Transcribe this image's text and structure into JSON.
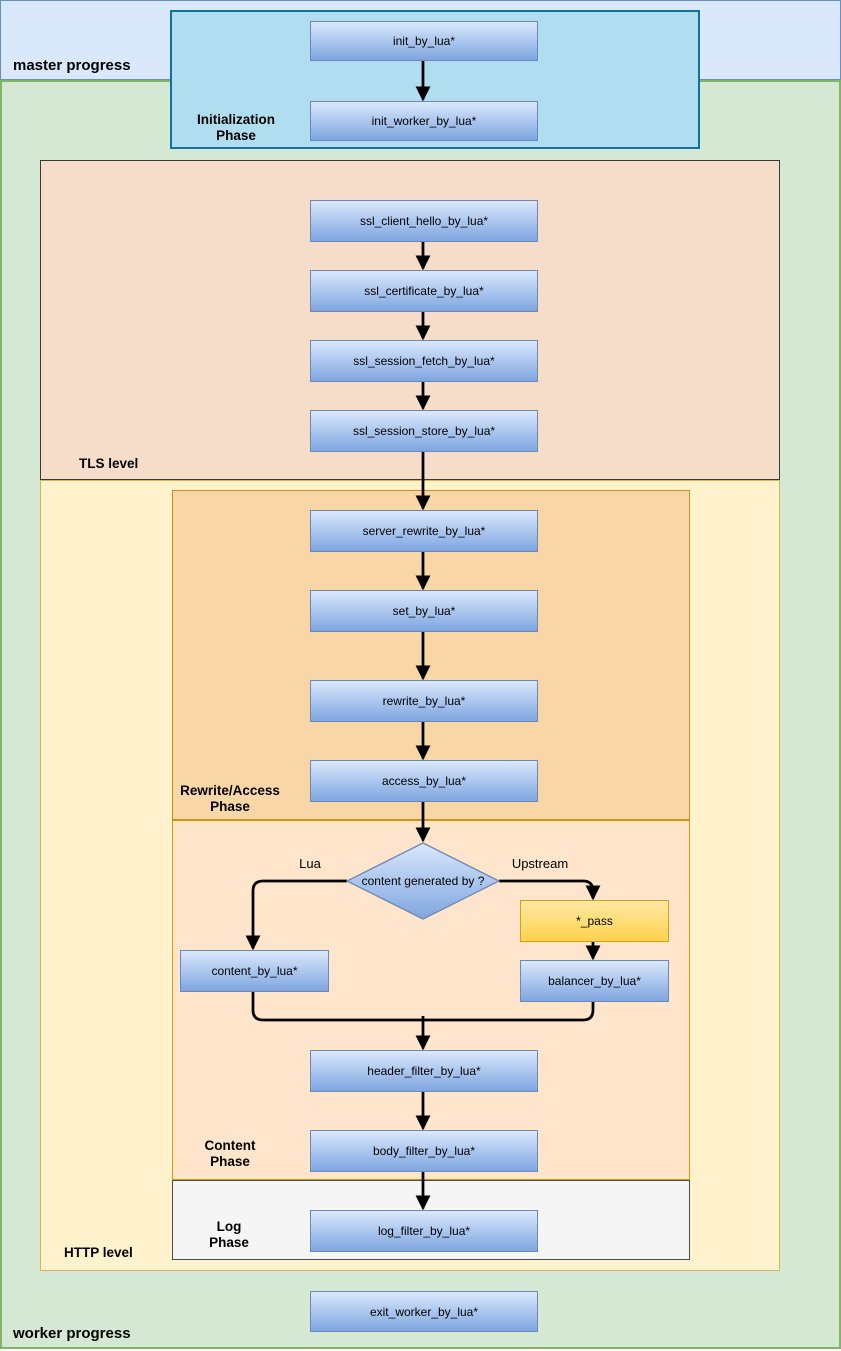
{
  "lanes": {
    "master": "master progress",
    "worker": "worker progress"
  },
  "containers": {
    "init": [
      "Initialization",
      "Phase"
    ],
    "tls": "TLS level",
    "http": "HTTP level",
    "rewrite": [
      "Rewrite/Access",
      "Phase"
    ],
    "content": [
      "Content",
      "Phase"
    ],
    "log": [
      "Log",
      "Phase"
    ]
  },
  "nodes": {
    "init_by_lua": "init_by_lua*",
    "init_worker_by_lua": "init_worker_by_lua*",
    "ssl_client_hello": "ssl_client_hello_by_lua*",
    "ssl_certificate": "ssl_certificate_by_lua*",
    "ssl_session_fetch": "ssl_session_fetch_by_lua*",
    "ssl_session_store": "ssl_session_store_by_lua*",
    "server_rewrite": "server_rewrite_by_lua*",
    "set_by_lua": "set_by_lua*",
    "rewrite_by_lua": "rewrite_by_lua*",
    "access_by_lua": "access_by_lua*",
    "content_by_lua": "content_by_lua*",
    "pass": "*_pass",
    "balancer_by_lua": "balancer_by_lua*",
    "header_filter": "header_filter_by_lua*",
    "body_filter": "body_filter_by_lua*",
    "log_filter": "log_filter_by_lua*",
    "exit_worker": "exit_worker_by_lua*"
  },
  "decision": {
    "label": "content generated by ?",
    "left_branch": "Lua",
    "right_branch": "Upstream"
  },
  "colors": {
    "lane-master-fill": "#dae8fc",
    "lane-master-stroke": "#6c8ebf",
    "lane-worker-fill": "#d5e8d4",
    "lane-worker-stroke": "#82b366",
    "init-fill": "#b1ddf0",
    "init-stroke": "#10739e",
    "tls-fill": "#f6ddca",
    "tls-stroke": "#3a3a3a",
    "http-fill": "#fff2cc",
    "http-stroke": "#d6b656",
    "rewrite-fill": "#f8d6a5",
    "rewrite-stroke": "#c78f1d",
    "content-fill": "#ffe5cb",
    "content-stroke": "#d79b00",
    "log-fill": "#f5f5f5",
    "log-stroke": "#4d4d4d",
    "node-fill-top": "#dae8fc",
    "node-fill-bottom": "#7ea6e0",
    "node-stroke": "#7086b4",
    "pass-fill-top": "#ffe9a3",
    "pass-fill-bottom": "#ffd24d",
    "pass-stroke": "#d4a017",
    "arrow": "#000000"
  }
}
